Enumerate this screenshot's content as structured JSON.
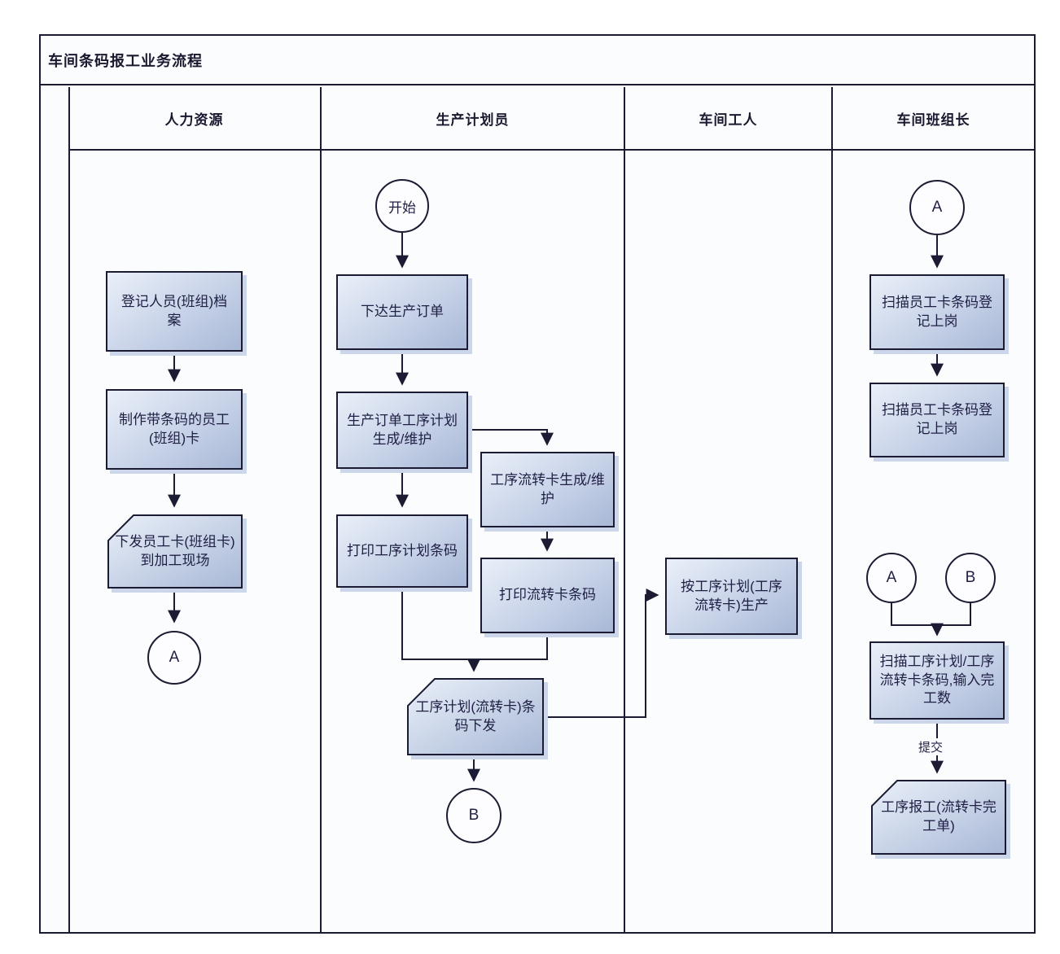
{
  "title": "车间条码报工业务流程",
  "lanes": [
    {
      "label": "人力资源"
    },
    {
      "label": "生产计划员"
    },
    {
      "label": "车间工人"
    },
    {
      "label": "车间班组长"
    }
  ],
  "nodes": {
    "hr_register": "登记人员(班组)档案",
    "hr_make_card": "制作带条码的员工(班组)卡",
    "hr_issue_card": "下发员工卡(班组卡)到加工现场",
    "hr_connector_a": "A",
    "plan_start": "开始",
    "plan_release_order": "下达生产订单",
    "plan_order_process_plan": "生产订单工序计划生成/维护",
    "plan_route_card_create": "工序流转卡生成/维护",
    "plan_print_plan_barcode": "打印工序计划条码",
    "plan_print_route_barcode": "打印流转卡条码",
    "plan_issue_barcode": "工序计划(流转卡)条码下发",
    "plan_connector_b": "B",
    "worker_produce": "按工序计划(工序流转卡)生产",
    "leader_connector_a_top": "A",
    "leader_scan_badge_1": "扫描员工卡条码登记上岗",
    "leader_scan_badge_2": "扫描员工卡条码登记上岗",
    "leader_connector_a": "A",
    "leader_connector_b": "B",
    "leader_scan_plan_input": "扫描工序计划/工序流转卡条码,输入完工数",
    "leader_report": "工序报工(流转卡完工单)"
  },
  "edge_labels": {
    "submit": "提交"
  },
  "colors": {
    "frame_line": "#1b1b33",
    "node_fill_light": "#eaf0f9",
    "node_fill_dark": "#a8b8d6",
    "node_shadow": "#ccd6ea",
    "lane_background": "#fbfcfe",
    "text": "#1f1f44"
  }
}
